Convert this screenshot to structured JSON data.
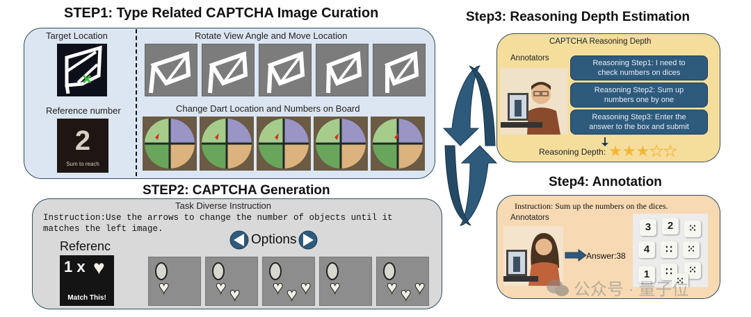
{
  "step1": {
    "title": "STEP1: Type Related CAPTCHA Image Curation",
    "target_location": "Target Location",
    "reference_number": "Reference number",
    "reference_value": "2",
    "reference_caption": "Sum to reach",
    "rotate_label": "Rotate View Angle and Move Location",
    "dart_label": "Change Dart Location and Numbers on Board"
  },
  "step2": {
    "title": "STEP2: CAPTCHA Generation",
    "subtitle": "Task Diverse Instruction",
    "instruction_line1": "Instruction:Use the arrows to change the number of objects until it",
    "instruction_line2": "matches the left image.",
    "reference_label": "Referenc",
    "reference_count": "1 x",
    "reference_caption": "Match This!",
    "options_label": "Options"
  },
  "step3": {
    "title": "Step3: Reasoning Depth Estimation",
    "box_title": "CAPTCHA Reasoning Depth",
    "annotators": "Annotators",
    "steps": [
      {
        "line1": "Reasoning Step1: I need to",
        "line2": "check numbers on dices"
      },
      {
        "line1": "Reasoning Step2: Sum up",
        "line2": "numbers one by one"
      },
      {
        "line1": "Reasoning Step3: Enter the",
        "line2": "answer to the box and submit"
      }
    ],
    "depth_label": "Reasoning Depth:",
    "depth_stars": 3,
    "depth_max": 5
  },
  "step4": {
    "title": "Step4: Annotation",
    "instruction": "Instruction: Sum up the numbers on the dices.",
    "annotators": "Annotators",
    "answer": "Answer:38",
    "dice_numbers": [
      "3",
      "2",
      "4",
      "1"
    ]
  },
  "watermark": "公众号 · 量子位",
  "colors": {
    "step1_bg": "#dce6f2",
    "step2_bg": "#d9d9d9",
    "step3_bg": "#f5dd9c",
    "step4_bg": "#f7d9b3",
    "accent_blue": "#2e5a7c",
    "star": "#f4b63a"
  }
}
